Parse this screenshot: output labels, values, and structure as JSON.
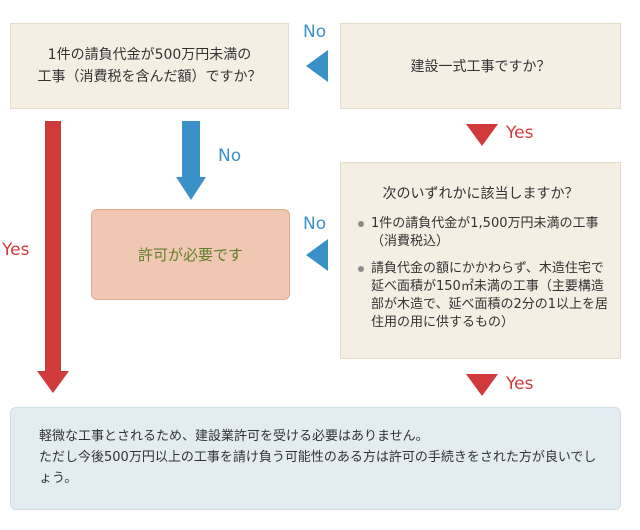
{
  "boxes": {
    "q1_line1": "1件の請負代金が500万円未満の",
    "q1_line2": "工事（消費税を含んだ額）ですか？",
    "q2": "建設一式工事ですか？",
    "q3_title": "次のいずれかに該当しますか？",
    "q3_items": [
      "1件の請負代金が1,500万円未満の工事（消費税込）",
      "請負代金の額にかかわらず、木造住宅で延べ面積が150㎡未満の工事（主要構造部が木造で、延べ面積の2分の1以上を居住用の用に供するもの）"
    ],
    "result": "許可が必要です",
    "note_line1": "軽微な工事とされるため、建設業許可を受ける必要はありません。",
    "note_line2": "ただし今後500万円以上の工事を請け負う可能性のある方は許可の手続きをされた方が良いでしょう。"
  },
  "labels": {
    "no_q2_to_q1": "No",
    "yes_q2_to_q3": "Yes",
    "no_q1_to_result": "No",
    "no_q3_to_result": "No",
    "yes_q1_to_note": "Yes",
    "yes_q3_to_note": "Yes"
  },
  "colors": {
    "yes_arrow": "#d13a3a",
    "no_arrow": "#3a91c8",
    "box_fill": "#f5eee3",
    "result_fill": "#efc7b2",
    "result_text": "#5f7f2c",
    "note_fill": "#e3edf1"
  }
}
